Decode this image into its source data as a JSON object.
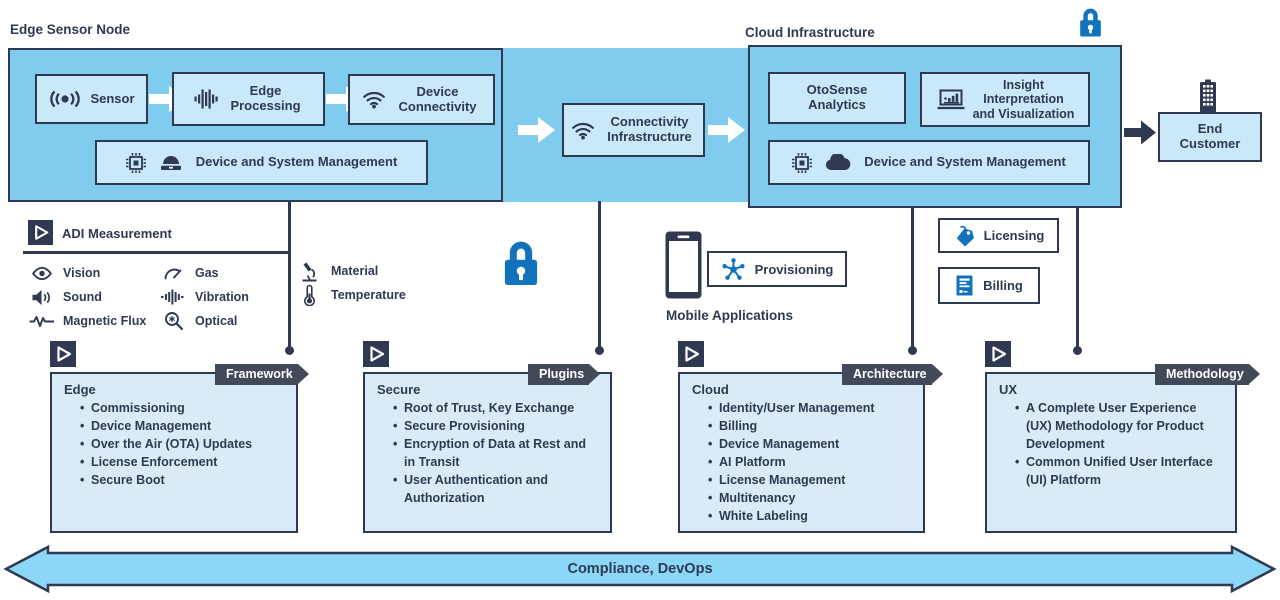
{
  "colors": {
    "sky": "#7FCCEF",
    "pale": "#C9E8F8",
    "pale2": "#D9EBF7",
    "navy": "#2F3A52",
    "accent": "#1173BC",
    "ribbon": "#424A5A",
    "footer_fill": "#8CD6F8"
  },
  "header": {
    "edge_sensor_node": "Edge Sensor Node",
    "cloud_infrastructure": "Cloud Infrastructure"
  },
  "edge_node": {
    "sensor": "Sensor",
    "edge_processing": "Edge Processing",
    "device_connectivity": "Device Connectivity",
    "device_system_management": "Device and System Management"
  },
  "connectivity": {
    "label": "Connectivity Infrastructure"
  },
  "cloud": {
    "otosense": "OtoSense Analytics",
    "insight_lines": [
      "Insight",
      "Interpretation",
      "and Visualization"
    ],
    "device_system_management": "Device and System Management"
  },
  "end_customer": {
    "label": "End Customer"
  },
  "measurement": {
    "title": "ADI Measurement",
    "items": [
      {
        "icon": "eye-icon",
        "label": "Vision"
      },
      {
        "icon": "speaker-icon",
        "label": "Sound"
      },
      {
        "icon": "magnetic-flux-icon",
        "label": "Magnetic Flux"
      },
      {
        "icon": "gauge-icon",
        "label": "Gas"
      },
      {
        "icon": "vibration-icon",
        "label": "Vibration"
      },
      {
        "icon": "optical-icon",
        "label": "Optical"
      },
      {
        "icon": "microscope-icon",
        "label": "Material"
      },
      {
        "icon": "thermometer-icon",
        "label": "Temperature"
      }
    ]
  },
  "mobile": {
    "provisioning": "Provisioning",
    "label": "Mobile Applications"
  },
  "services": {
    "licensing": "Licensing",
    "billing": "Billing"
  },
  "panels": [
    {
      "tag": "Framework",
      "title": "Edge",
      "bullets": [
        "Commissioning",
        "Device Management",
        "Over the Air (OTA) Updates",
        "License Enforcement",
        "Secure Boot"
      ]
    },
    {
      "tag": "Plugins",
      "title": "Secure",
      "bullets": [
        "Root of Trust, Key Exchange",
        "Secure Provisioning",
        "Encryption of Data at Rest and in Transit",
        "User Authentication and Authorization"
      ]
    },
    {
      "tag": "Architecture",
      "title": "Cloud",
      "bullets": [
        "Identity/User Management",
        "Billing",
        "Device Management",
        "AI Platform",
        "License Management",
        "Multitenancy",
        "White Labeling"
      ]
    },
    {
      "tag": "Methodology",
      "title": "UX",
      "bullets": [
        "A Complete User Experience (UX) Methodology for Product Development",
        "Common Unified User Interface (UI) Platform"
      ]
    }
  ],
  "footer": {
    "label": "Compliance, DevOps"
  }
}
